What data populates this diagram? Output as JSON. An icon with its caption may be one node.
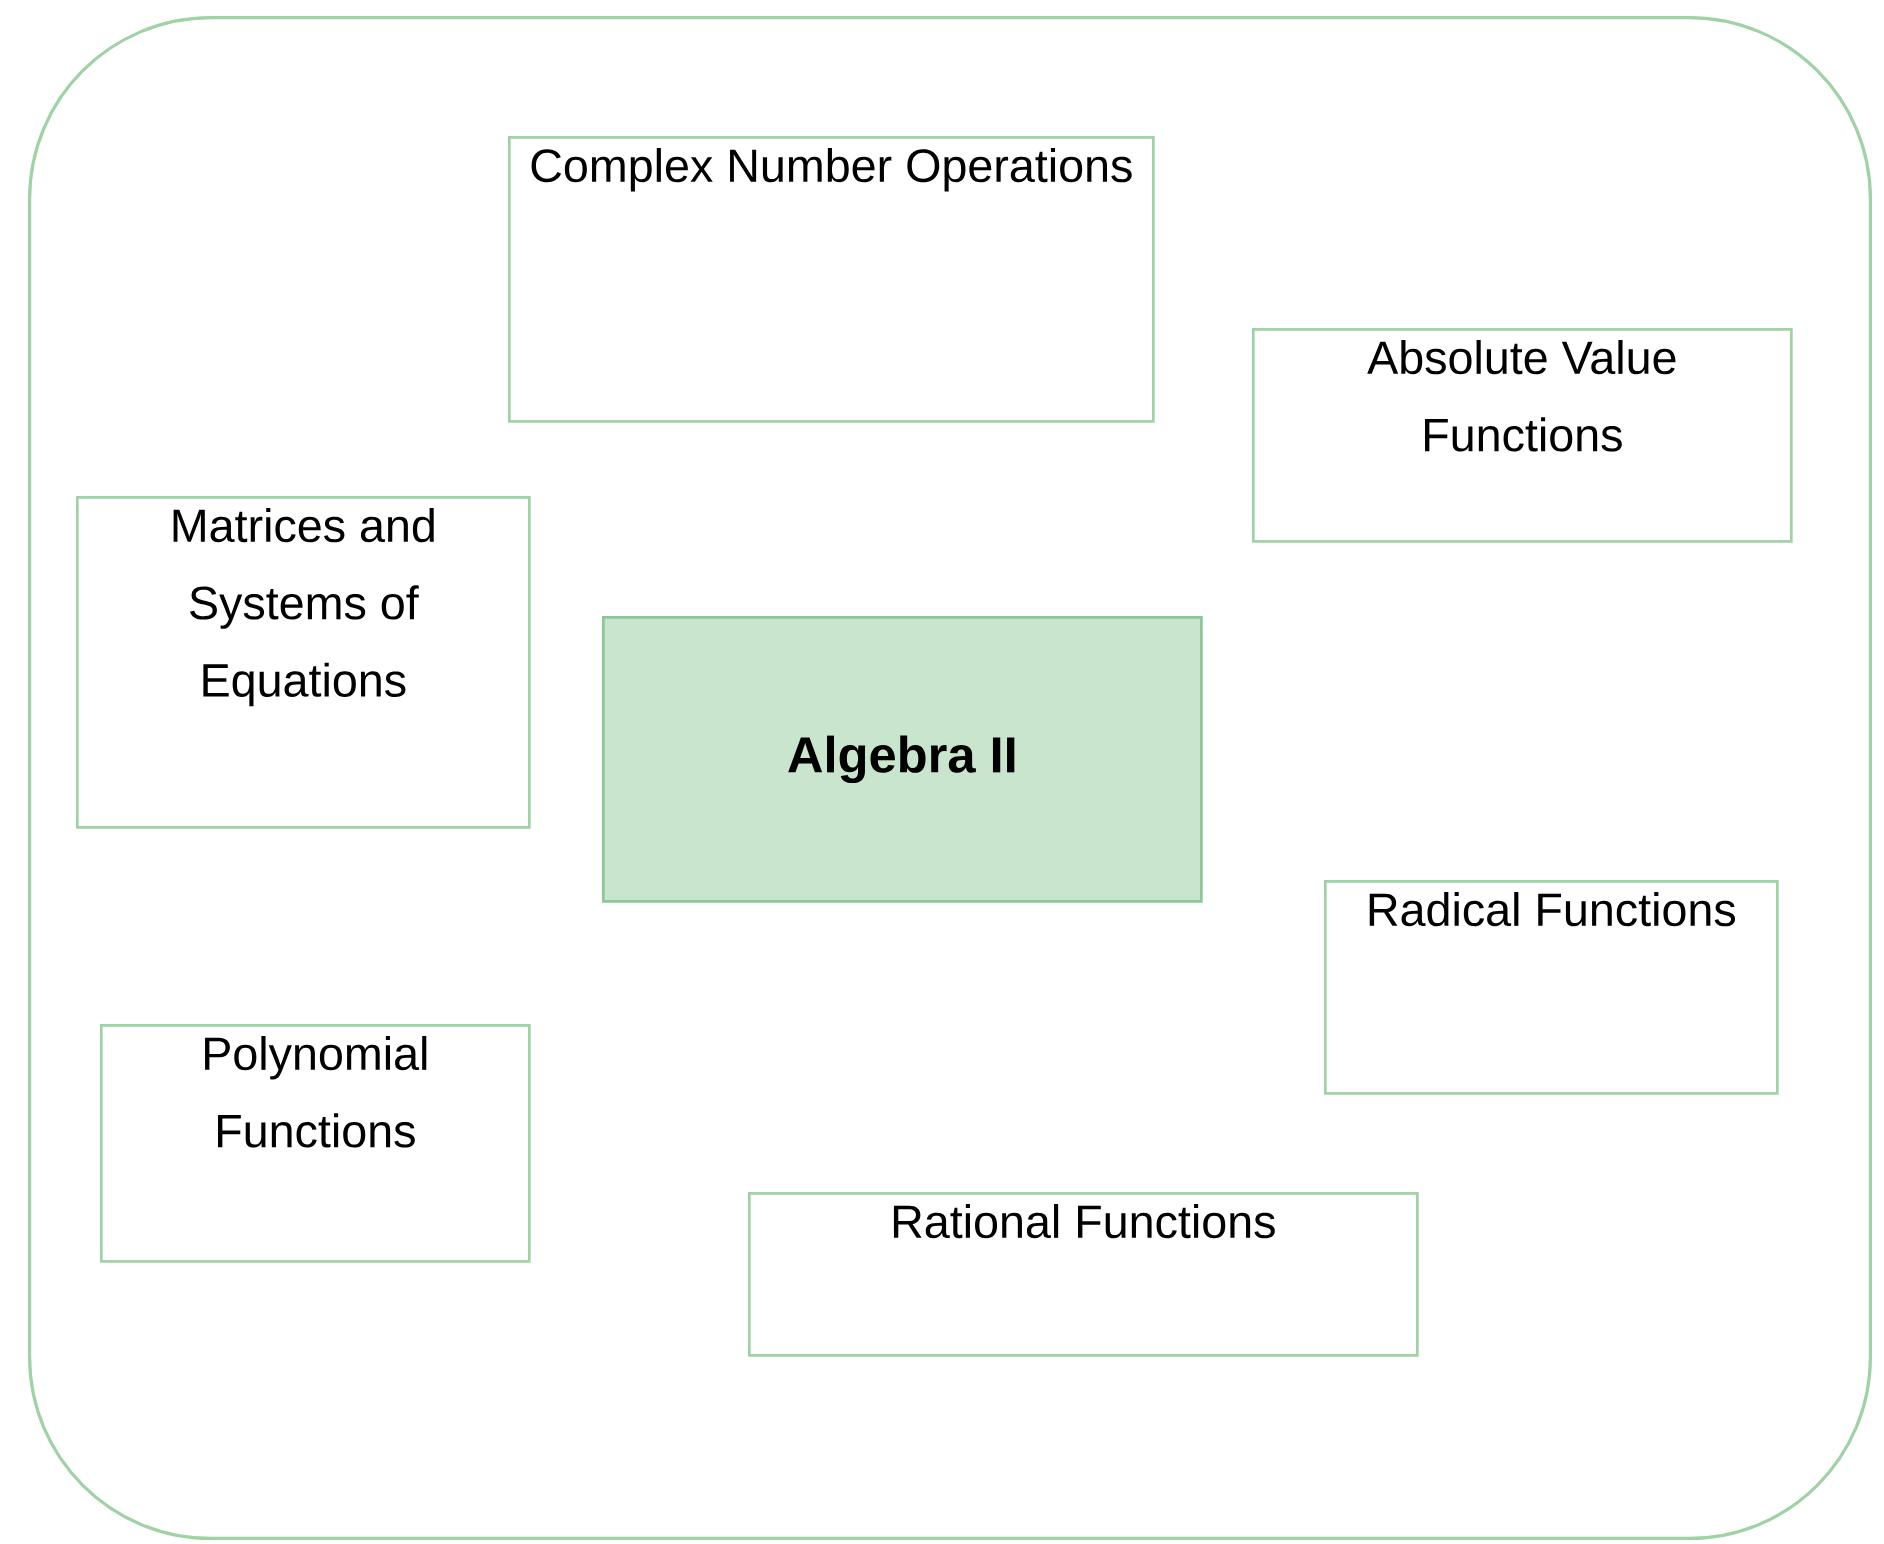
{
  "diagram": {
    "nodes": [
      {
        "text": [],
        "shape": "box"
      },
      {
        "text": [
          "Complex Number Operations"
        ],
        "in": 0
      },
      {
        "text": [
          "Absolute Value Functions"
        ],
        "in": 0
      },
      {
        "text": [
          "Matrices and Systems of Equations"
        ],
        "in": 0
      },
      {
        "text": [
          "Algebra II"
        ],
        "in": 0
      },
      {
        "text": [
          "Radical Functions"
        ],
        "in": 0
      },
      {
        "text": [
          "Polynomial Functions"
        ],
        "in": 0
      },
      {
        "text": [
          "Rational Functions"
        ],
        "in": 0
      }
    ]
  }
}
